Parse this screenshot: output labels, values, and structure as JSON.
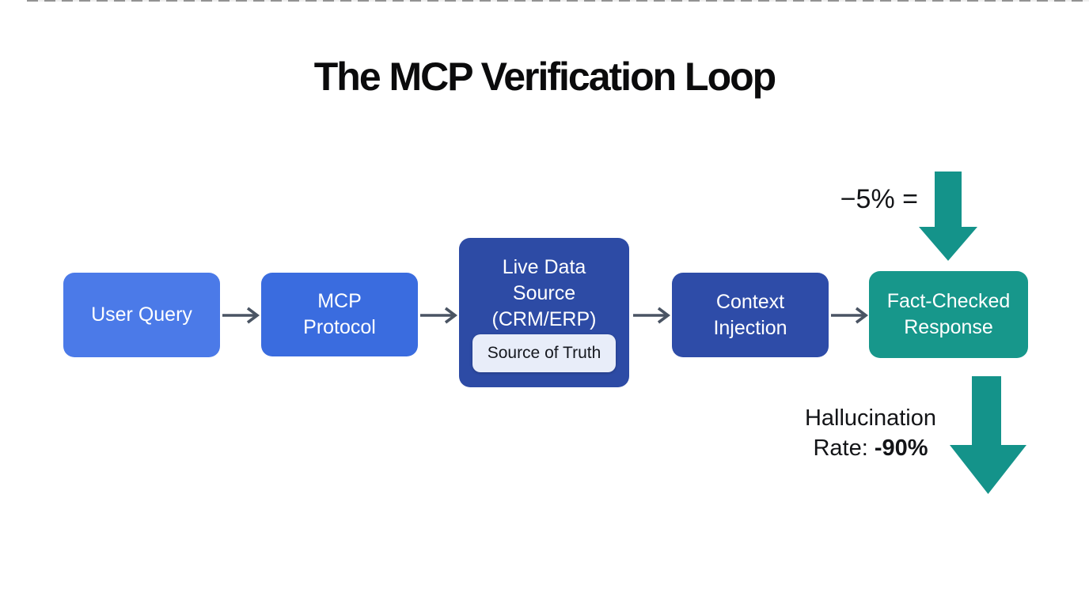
{
  "title": "The MCP Verification Loop",
  "flow": {
    "boxes": [
      {
        "label": "User Query",
        "color": "#4b7ae8"
      },
      {
        "label": "MCP\nProtocol",
        "color": "#3a6cdf"
      },
      {
        "label": "Live Data\nSource\n(CRM/ERP)",
        "color": "#2d4ba5",
        "sub_label": "Source of Truth",
        "sub_bg": "#e8edf9"
      },
      {
        "label": "Context\nInjection",
        "color": "#2e4ca8"
      },
      {
        "label": "Fact-Checked\nResponse",
        "color": "#17978b"
      }
    ],
    "connector_color": "#4a5463"
  },
  "annotations": {
    "top": {
      "label": "−5% =",
      "arrow_color": "#14938a",
      "arrow_icon": "down-arrow"
    },
    "bottom": {
      "line1": "Hallucination",
      "line2_prefix": "Rate: ",
      "line2_value": "-90%",
      "arrow_color": "#14938a",
      "arrow_icon": "down-arrow"
    }
  },
  "colors": {
    "background": "#ffffff",
    "title_text": "#0b0b0c",
    "annotation_text": "#131417",
    "box_text": "#ffffff"
  }
}
